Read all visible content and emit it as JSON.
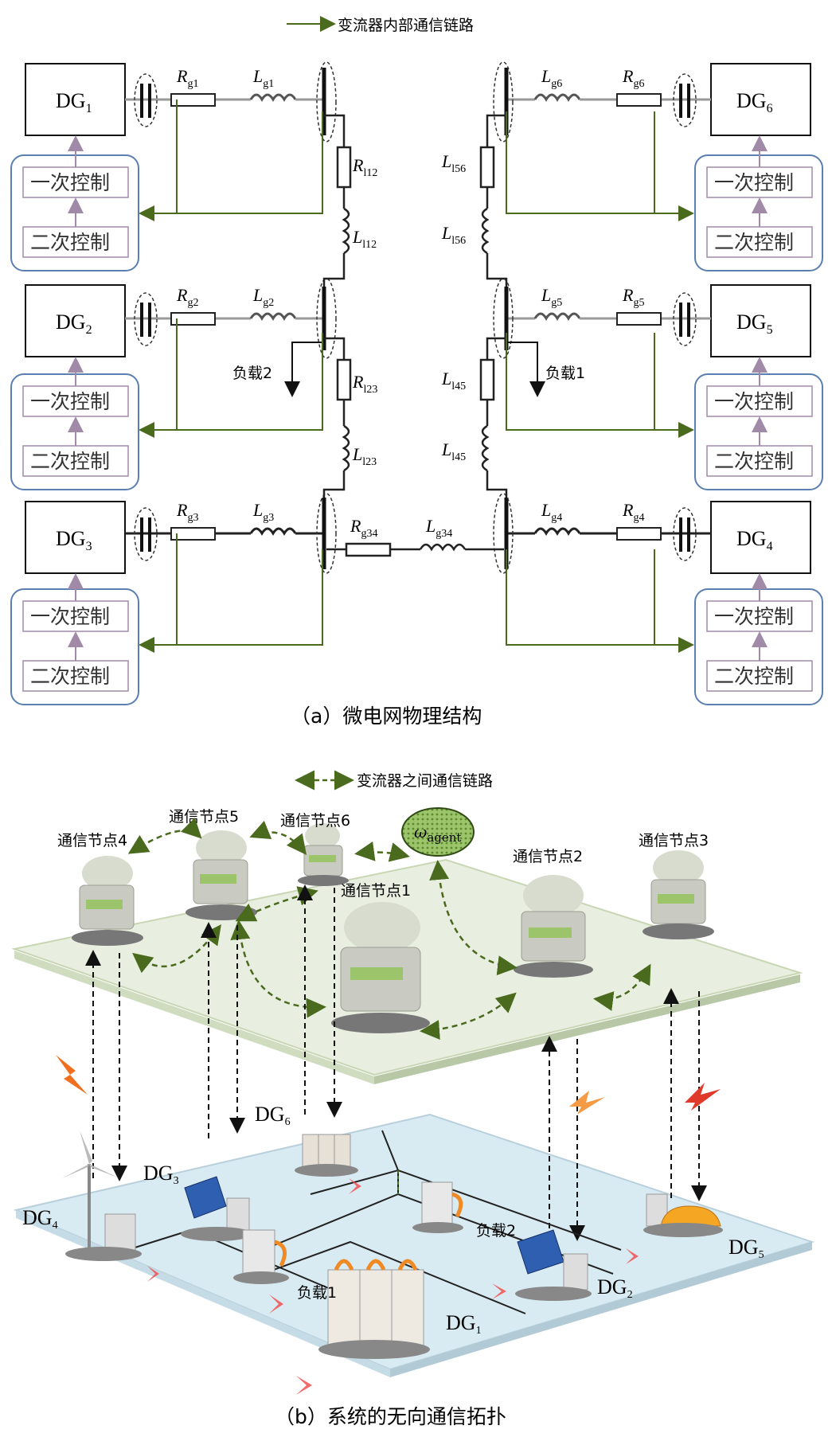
{
  "part_a": {
    "legend": "变流器内部通信链路",
    "caption": "（a）微电网物理结构",
    "primary_control": "一次控制",
    "secondary_control": "二次控制",
    "load1": "负载1",
    "load2": "负载2",
    "dg": {
      "dg1": {
        "main": "DG",
        "sub": "1"
      },
      "dg2": {
        "main": "DG",
        "sub": "2"
      },
      "dg3": {
        "main": "DG",
        "sub": "3"
      },
      "dg4": {
        "main": "DG",
        "sub": "4"
      },
      "dg5": {
        "main": "DG",
        "sub": "5"
      },
      "dg6": {
        "main": "DG",
        "sub": "6"
      }
    },
    "components": {
      "rg1": {
        "main": "R",
        "sub": "g1"
      },
      "lg1": {
        "main": "L",
        "sub": "g1"
      },
      "rg2": {
        "main": "R",
        "sub": "g2"
      },
      "lg2": {
        "main": "L",
        "sub": "g2"
      },
      "rg3": {
        "main": "R",
        "sub": "g3"
      },
      "lg3": {
        "main": "L",
        "sub": "g3"
      },
      "rg4": {
        "main": "R",
        "sub": "g4"
      },
      "lg4": {
        "main": "L",
        "sub": "g4"
      },
      "rg5": {
        "main": "R",
        "sub": "g5"
      },
      "lg5": {
        "main": "L",
        "sub": "g5"
      },
      "rg6": {
        "main": "R",
        "sub": "g6"
      },
      "lg6": {
        "main": "L",
        "sub": "g6"
      },
      "rl12": {
        "main": "R",
        "sub": "l12"
      },
      "ll12": {
        "main": "L",
        "sub": "l12"
      },
      "rl23": {
        "main": "R",
        "sub": "l23"
      },
      "ll23": {
        "main": "L",
        "sub": "l23"
      },
      "rg34": {
        "main": "R",
        "sub": "g34"
      },
      "lg34": {
        "main": "L",
        "sub": "g34"
      },
      "ll45a": {
        "main": "L",
        "sub": "l45"
      },
      "ll45b": {
        "main": "L",
        "sub": "l45"
      },
      "ll56a": {
        "main": "L",
        "sub": "l56"
      },
      "ll56b": {
        "main": "L",
        "sub": "l56"
      }
    }
  },
  "part_b": {
    "legend": "变流器之间通信链路",
    "caption": "（b）系统的无向通信拓扑",
    "agent": {
      "main": "ω",
      "sub": "agent"
    },
    "nodes": {
      "n1": "通信节点1",
      "n2": "通信节点2",
      "n3": "通信节点3",
      "n4": "通信节点4",
      "n5": "通信节点5",
      "n6": "通信节点6"
    },
    "load1": "负载1",
    "load2": "负载2",
    "dg": {
      "dg1": {
        "main": "DG",
        "sub": "1"
      },
      "dg2": {
        "main": "DG",
        "sub": "2"
      },
      "dg3": {
        "main": "DG",
        "sub": "3"
      },
      "dg4": {
        "main": "DG",
        "sub": "4"
      },
      "dg5": {
        "main": "DG",
        "sub": "5"
      },
      "dg6": {
        "main": "DG",
        "sub": "6"
      }
    },
    "colors": {
      "link": "#4a6a1e",
      "upper_plane": "#e8efe0",
      "lower_plane": "#d9ebf2",
      "lightning": "#f07020"
    }
  }
}
